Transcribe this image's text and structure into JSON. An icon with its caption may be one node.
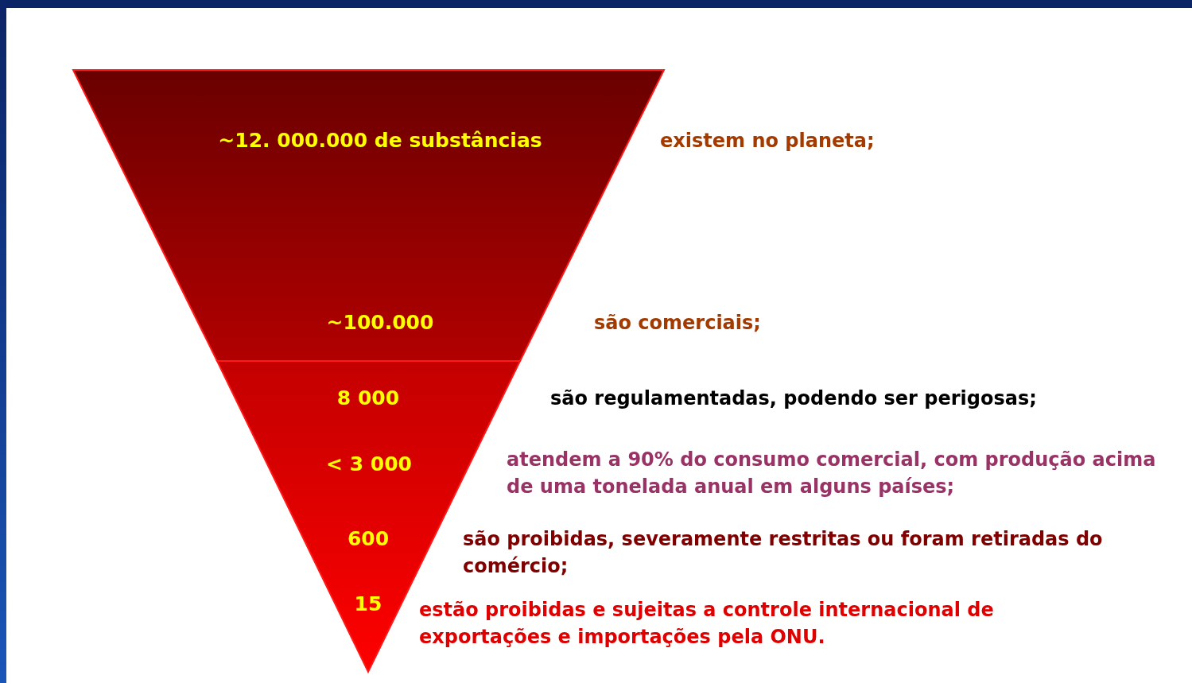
{
  "diagram": {
    "nodes": [
      {
        "text": [
          "~12. 000.000 de substâncias",
          "~100.000"
        ],
        "beside": [
          "existem no planeta;",
          "são comerciais;"
        ]
      },
      {
        "text": [
          "8 000",
          "< 3 000",
          "600",
          "15"
        ],
        "beside": [
          "são regulamentadas, podendo ser perigosas;",
          "atendem a 90% do consumo comercial, com produção acima de uma tonelada anual em alguns países;",
          "são proibidas, severamente restritas ou foram retiradas do comércio;",
          "estão proibidas e sujeitas a controle internacional de exportações e importações pela ONU."
        ]
      }
    ],
    "edges": []
  }
}
